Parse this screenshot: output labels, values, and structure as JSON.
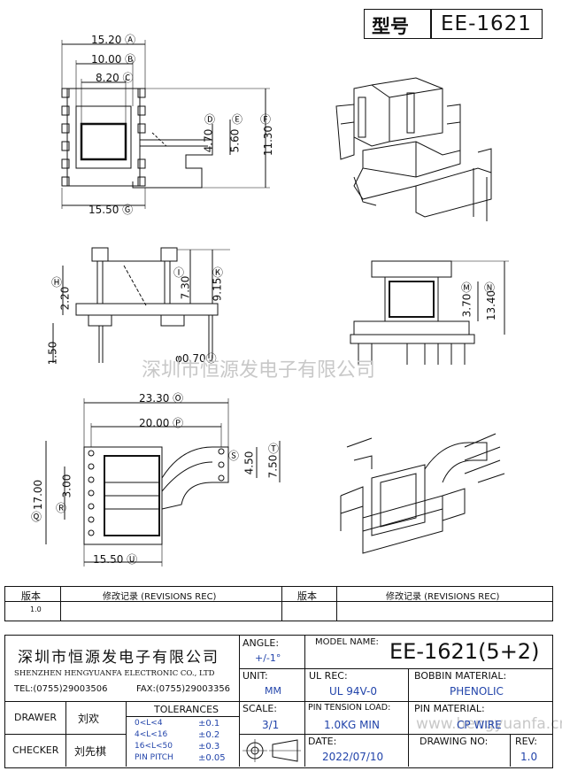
{
  "header": {
    "type_label": "型号",
    "model": "EE-1621"
  },
  "watermark": {
    "company": "深圳市恒源发电子有限公司",
    "site": "www.hengyuanfa.cn"
  },
  "dims": {
    "d_A": "15.20 Ⓐ",
    "d_B": "10.00 Ⓑ",
    "d_C": "8.20 Ⓒ",
    "d_D": "Ⓓ",
    "d_E": "Ⓔ",
    "d_F": "Ⓕ",
    "d_470": "4.70",
    "d_560": "5.60",
    "d_1130": "11.30",
    "d_G": "15.50 Ⓖ",
    "d_H": "Ⓗ",
    "d_220": "2.20",
    "d_I": "Ⓘ",
    "d_730": "7.30",
    "d_K": "Ⓚ",
    "d_915": "9.15",
    "d_150": "1.50",
    "d_J": "φ0.70Ⓙ",
    "d_M": "Ⓜ",
    "d_370": "3.70",
    "d_N": "Ⓝ",
    "d_1340": "13.40",
    "d_O": "23.30 Ⓞ",
    "d_P": "20.00 Ⓟ",
    "d_S": "Ⓢ",
    "d_450": "4.50",
    "d_T": "Ⓣ",
    "d_750": "7.50",
    "d_Q": "Ⓠ",
    "d_1700": "17.00",
    "d_R": "Ⓡ",
    "d_300": "3.00",
    "d_U": "15.50 Ⓤ"
  },
  "revision": {
    "col_version": "版本",
    "col_rec": "修改记录 (REVISIONS REC)",
    "col_version2": "版本",
    "col_rec2": "修改记录 (REVISIONS REC)",
    "row1": "1.0"
  },
  "title_block": {
    "company_cn": "深圳市恒源发电子有限公司",
    "company_en": "SHENZHEN HENGYUANFA ELECTRONIC CO., LTD",
    "tel": "TEL:(0755)29003506",
    "fax": "FAX:(0755)29003356",
    "angle_label": "ANGLE:",
    "angle_value": "+/-1°",
    "model_label": "MODEL NAME:",
    "model_value": "EE-1621(5+2)",
    "unit_label": "UNIT:",
    "unit_value": "MM",
    "ul_label": "UL REC:",
    "ul_value": "UL 94V-0",
    "bobbin_label": "BOBBIN MATERIAL:",
    "bobbin_value": "PHENOLIC",
    "drawer_label": "DRAWER",
    "drawer_value": "刘欢",
    "checker_label": "CHECKER",
    "checker_value": "刘先棋",
    "tol_label": "TOLERANCES",
    "tol_rows": [
      {
        "range": "0<L<4",
        "value": "±0.1"
      },
      {
        "range": "4<L<16",
        "value": "±0.2"
      },
      {
        "range": "16<L<50",
        "value": "±0.3"
      },
      {
        "range": "PIN PITCH",
        "value": "±0.05"
      }
    ],
    "scale_label": "SCALE:",
    "scale_value": "3/1",
    "pin_tension_label": "PIN TENSION LOAD:",
    "pin_tension_value": "1.0KG MIN",
    "pin_material_label": "PIN MATERIAL:",
    "pin_material_value": "CP WIRE",
    "date_label": "DATE:",
    "date_value": "2022/07/10",
    "drawing_no_label": "DRAWING NO:",
    "drawing_no_value": "",
    "rev_label": "REV:",
    "rev_value": "1.0"
  },
  "colors": {
    "line": "#111111",
    "blue": "#2244aa",
    "watermark": "#c8c8c8"
  }
}
